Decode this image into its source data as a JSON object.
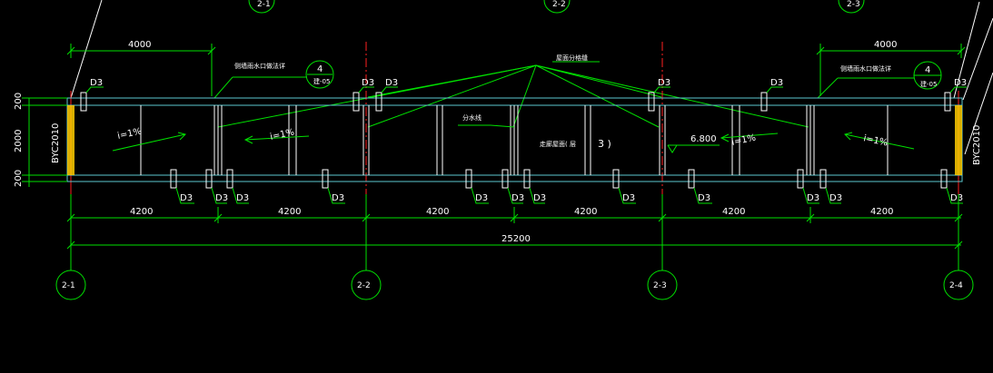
{
  "drawing": {
    "axis_labels": [
      "2-1",
      "2-2",
      "2-3",
      "2-4"
    ],
    "top_axis_partial": [
      "2-1",
      "2-2",
      "2-3"
    ],
    "top_dim_left": "4000",
    "top_dim_right": "4000",
    "gutter_note": "侧墙雨水口做法详",
    "detail_num": "4",
    "detail_sheet_left": "建-05",
    "detail_sheet_right": "建-05",
    "roof_joint": "屋面分格缝",
    "ridge_line": "分水线",
    "roof_note": "走廊屋面(     层",
    "roof_note_tail": "3 )",
    "elevation": "6.800",
    "slope": "i=1%",
    "drain": "D3",
    "side_label": "BYC2010",
    "left_dims": [
      "200",
      "2000",
      "200"
    ],
    "bay_dims": [
      "4200",
      "4200",
      "4200",
      "4200",
      "4200",
      "4200"
    ],
    "total_dim": "25200",
    "colors": {
      "background": "#000000",
      "dimension": "#00e000",
      "outline": "#5cc8d0",
      "axis": "#ff2020",
      "rainpipe": "#ffcc00"
    }
  }
}
